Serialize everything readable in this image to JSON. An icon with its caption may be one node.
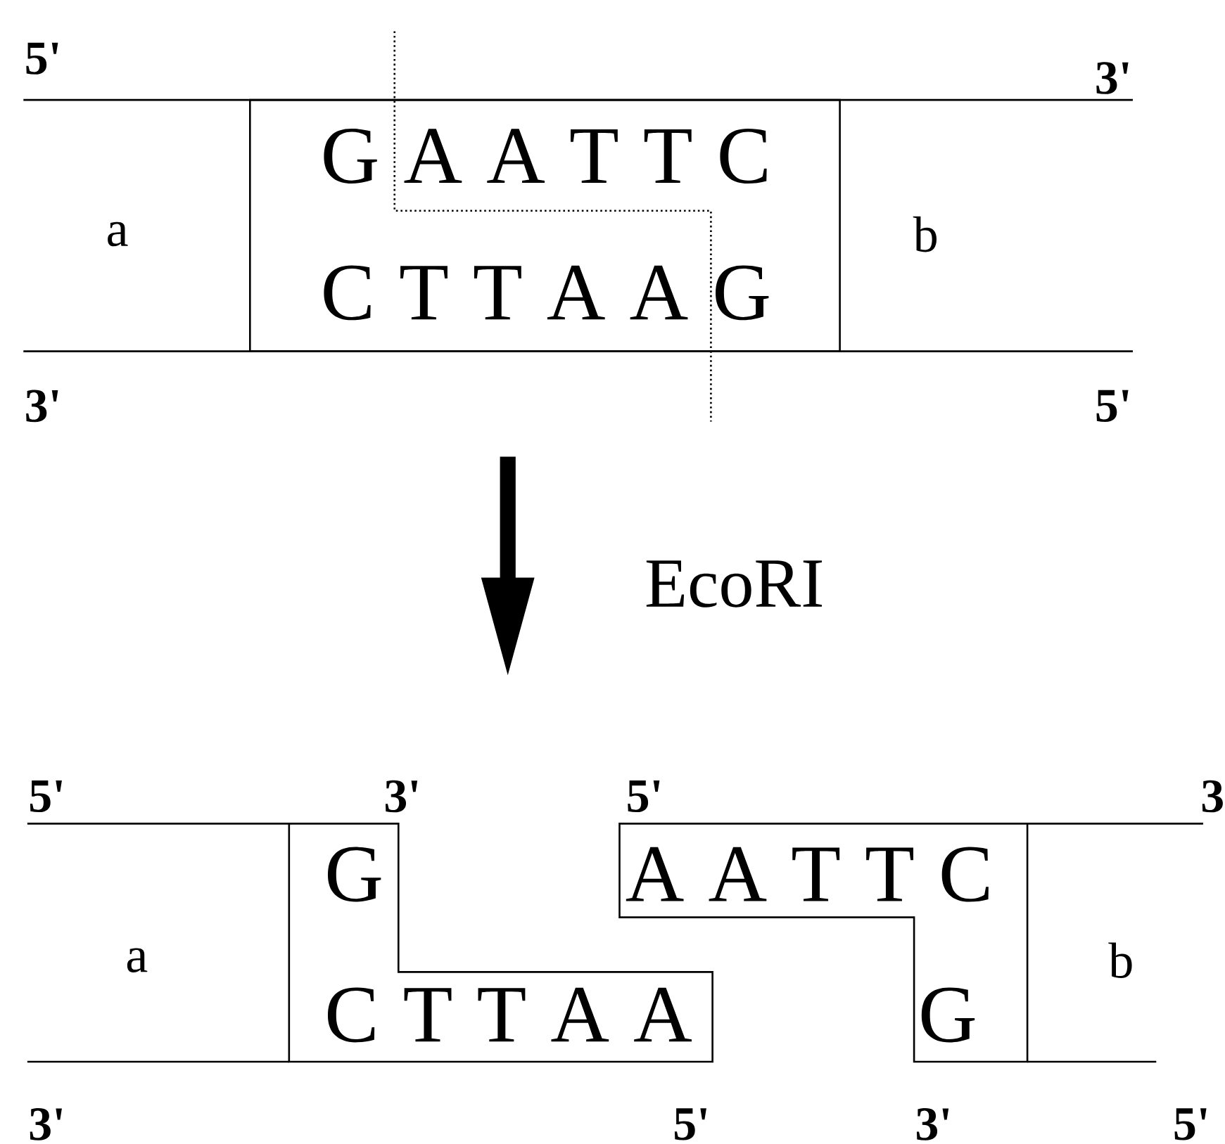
{
  "diagram": {
    "nodes": [
      {
        "text": [
          "a"
        ]
      },
      {
        "text": [
          "G A A T T C",
          "C T T A A G"
        ]
      },
      {
        "text": [
          "b"
        ]
      },
      {
        "text": [
          "a"
        ]
      },
      {
        "text": [
          "G",
          "C T T A A"
        ]
      },
      {
        "text": [
          "A A T T C",
          "G"
        ]
      },
      {
        "text": [
          "b"
        ]
      }
    ],
    "labels": [
      "5'",
      "3'",
      "3'",
      "5'",
      "EcoRI",
      "5'",
      "3'",
      "5'",
      "3",
      "3'",
      "5'",
      "3'",
      "5'"
    ]
  }
}
